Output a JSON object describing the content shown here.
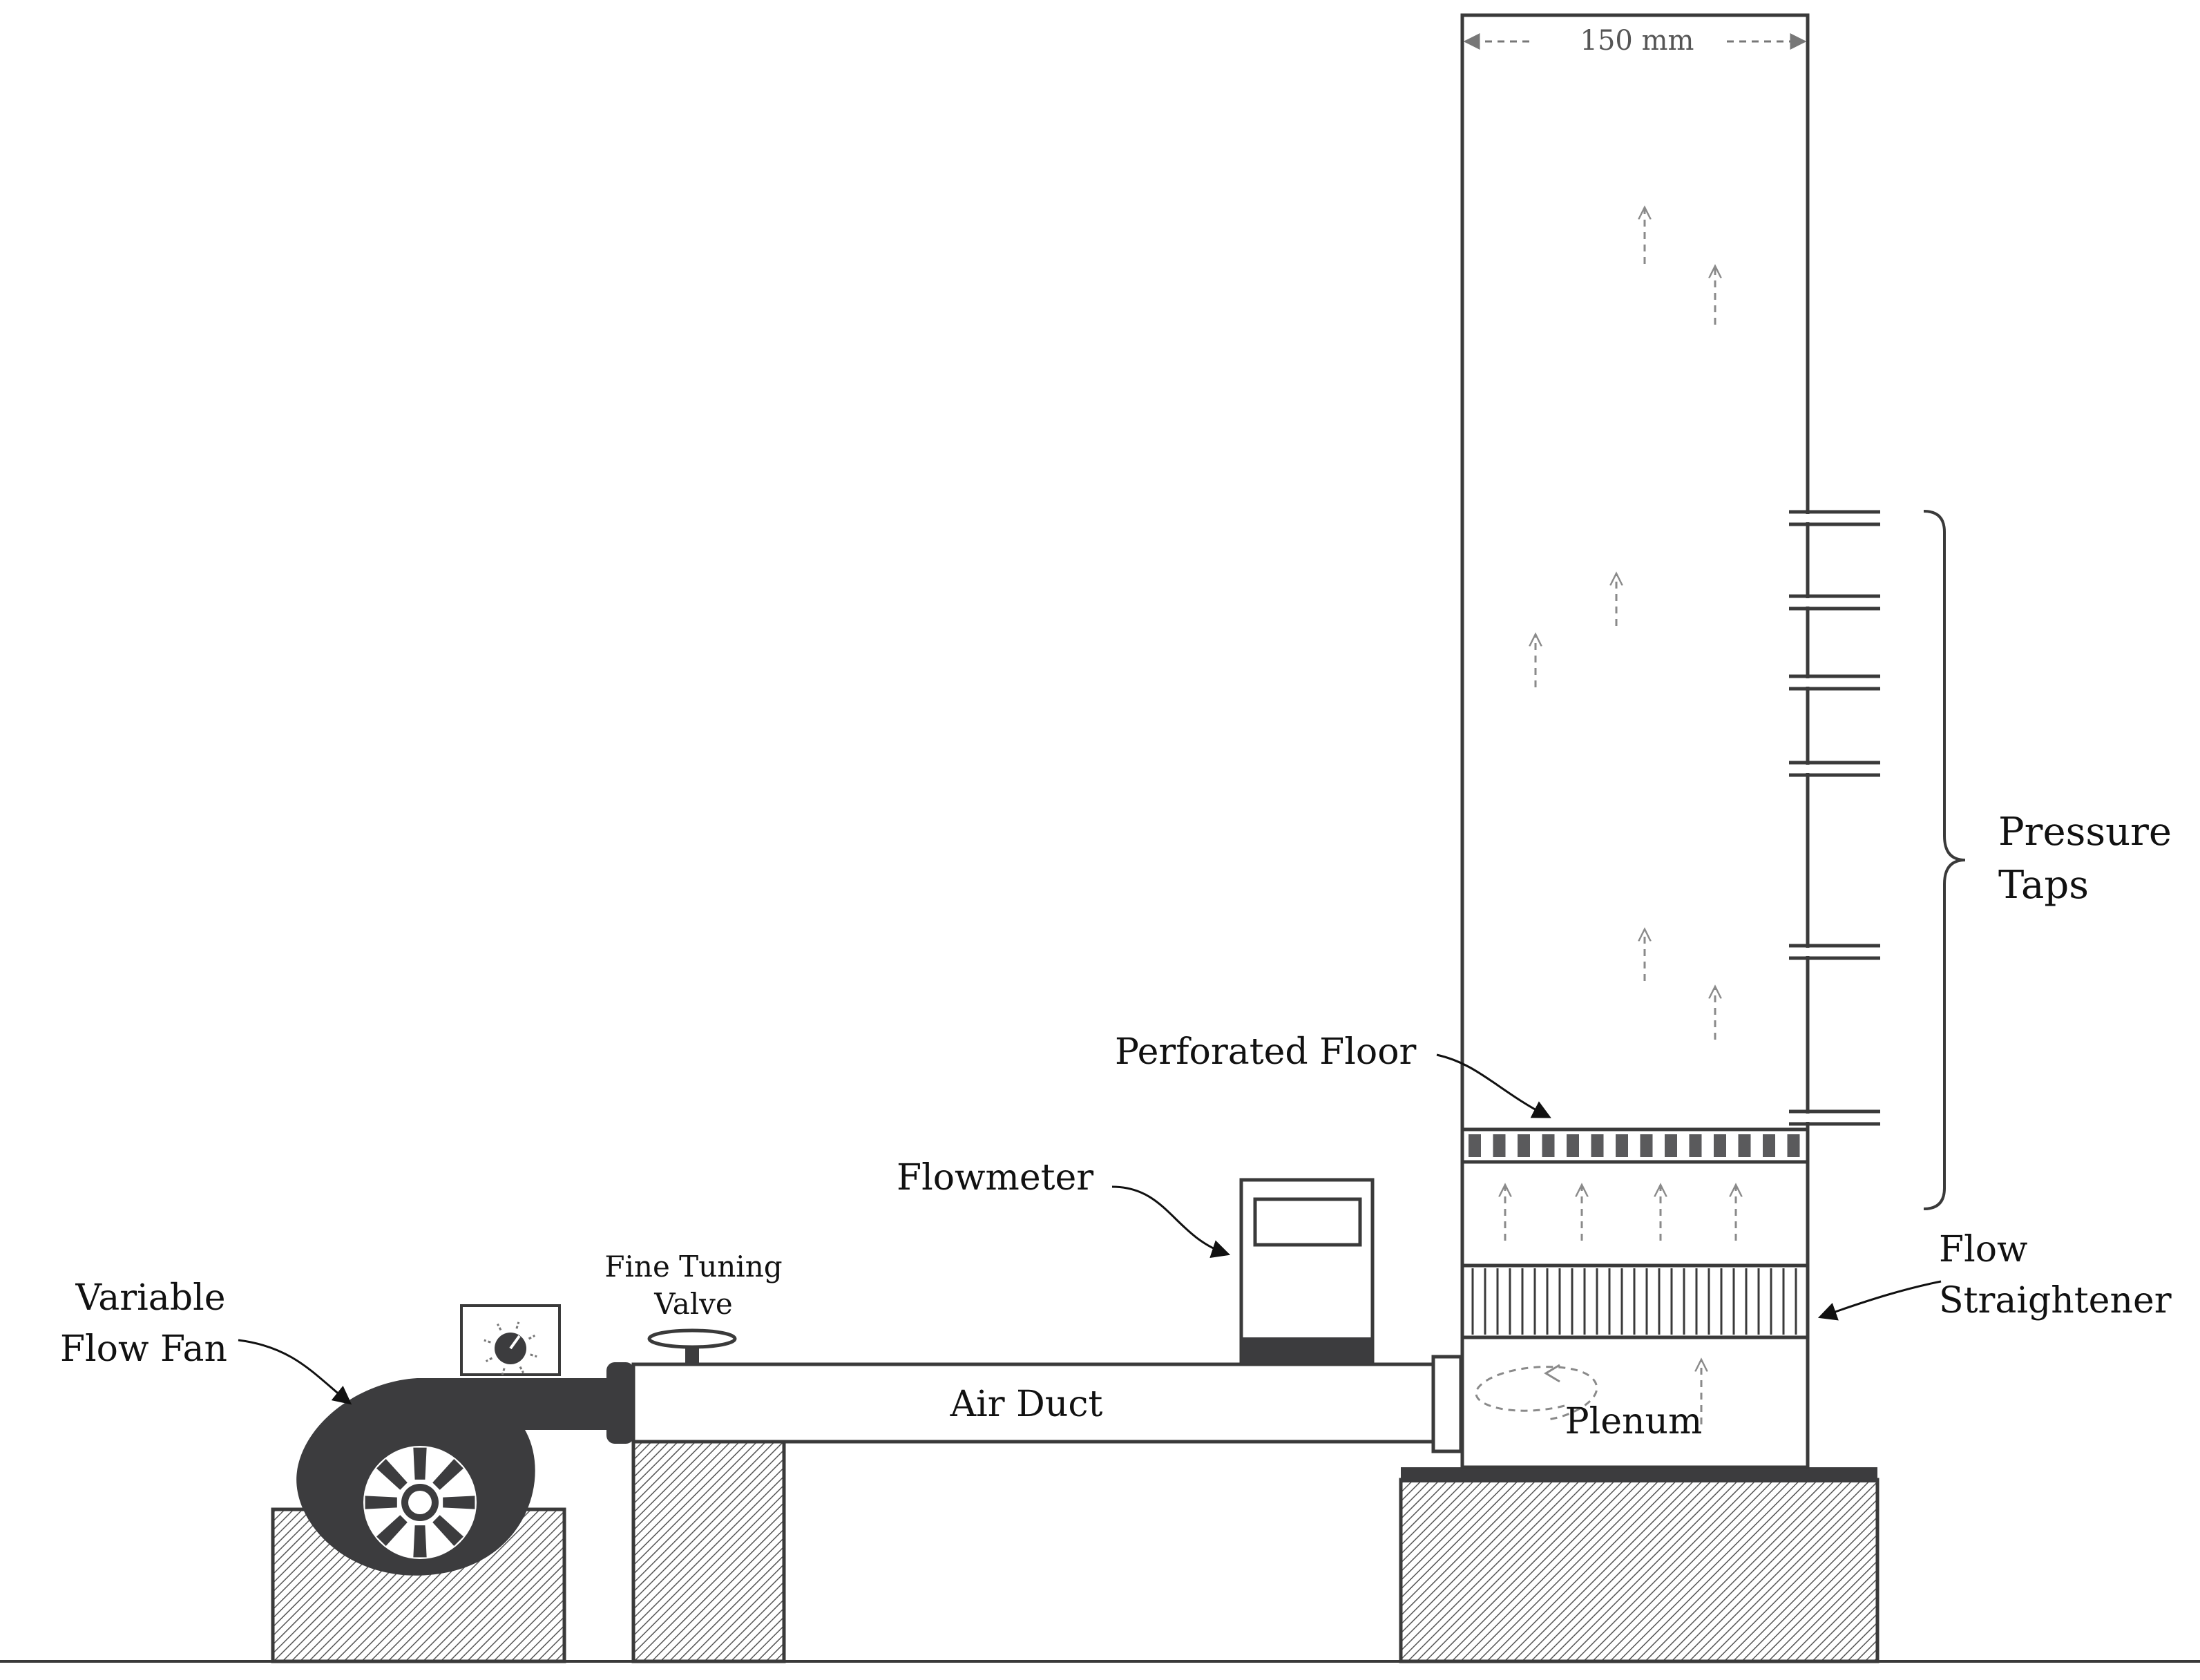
{
  "labels": {
    "dimension": "150 mm",
    "pressure_taps_line1": "Pressure",
    "pressure_taps_line2": "Taps",
    "perforated_floor": "Perforated Floor",
    "flowmeter": "Flowmeter",
    "flow_straightener_line1": "Flow",
    "flow_straightener_line2": "Straightener",
    "fine_tuning_valve_line1": "Fine Tuning",
    "fine_tuning_valve_line2": "Valve",
    "variable_flow_fan_line1": "Variable",
    "variable_flow_fan_line2": "Flow Fan",
    "air_duct": "Air Duct",
    "plenum": "Plenum"
  },
  "colors": {
    "line": "#3a3a3a",
    "fill_dark": "#3c3c3e",
    "flow_arrow": "#8a8a8a",
    "hatch": "#555555"
  },
  "icons": {
    "fan": "centrifugal-blower-icon",
    "fan_controller": "dial-knob-icon",
    "valve": "handwheel-valve-icon",
    "flowmeter": "flowmeter-display-icon"
  }
}
